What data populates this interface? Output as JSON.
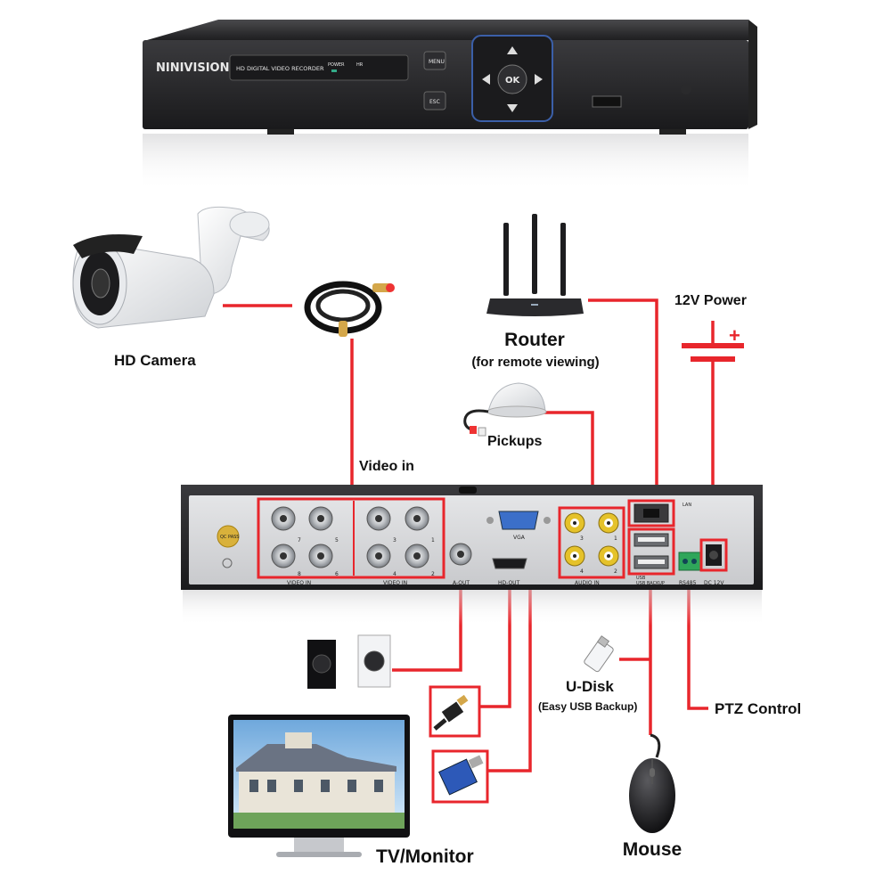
{
  "dvr_front": {
    "brand": "NINIVISION",
    "model_text": "HD DIGITAL VIDEO RECORDER",
    "power_text": "POWER",
    "hdd_text": "HR",
    "menu_label": "MENU",
    "esc_label": "ESC",
    "ok_label": "OK"
  },
  "components": {
    "camera": "HD Camera",
    "video_in": "Video in",
    "router": "Router",
    "router_note": "(for remote viewing)",
    "power": "12V Power",
    "power_plus": "+",
    "pickups": "Pickups",
    "udisk": "U-Disk",
    "udisk_note": "(Easy USB Backup)",
    "ptz": "PTZ Control",
    "mouse": "Mouse",
    "monitor": "TV/Monitor"
  },
  "dvr_rear": {
    "video_in_label": "VIDEO IN",
    "aout_label": "A-OUT",
    "hdout_label": "HD-OUT",
    "vga_label": "VGA",
    "audio_in_label": "AUDIO IN",
    "lan_label": "LAN",
    "usb_label": "USB",
    "usb_backup_label": "USB BACKUP",
    "rs485_label": "RS485",
    "dc_label": "DC 12V",
    "qc_label": "QC PASS",
    "bnc_numbers": [
      "7",
      "5",
      "8",
      "6",
      "3",
      "1",
      "4",
      "2"
    ],
    "audio_numbers": [
      "3",
      "1",
      "4",
      "2"
    ]
  },
  "colors": {
    "wire": "#e8262c",
    "chassis": "#2b2b2d",
    "panel": "#d9dadc"
  }
}
